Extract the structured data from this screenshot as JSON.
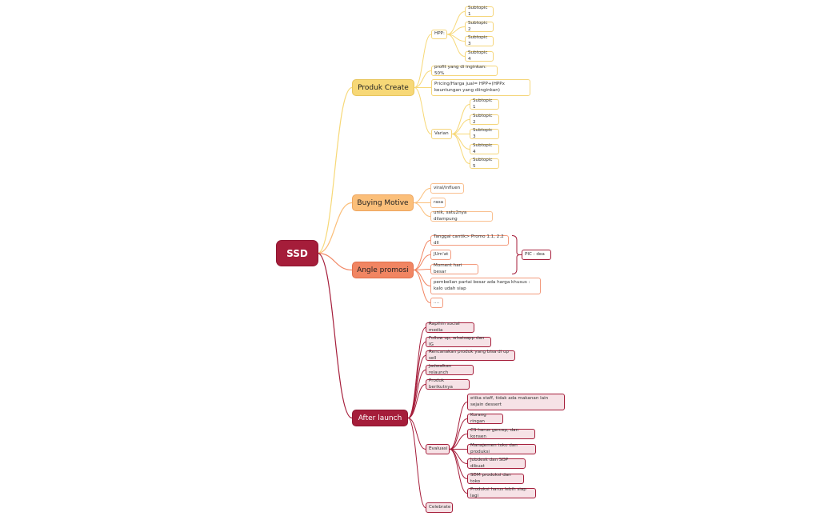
{
  "root": "SSD",
  "produk": {
    "title": "Produk Create",
    "hpp": "HPP:",
    "hpp_subtopics": [
      "Subtopic 1",
      "Subtopic 2",
      "Subtopic 3",
      "Subtopic 4"
    ],
    "profit": "profit yang di inginkan: 50%",
    "pricing": "Pricing/Harga jual= HPP+(HPPx keuntungan yang diinginkan)",
    "varian": "Varian",
    "varian_subtopics": [
      "Subtopic 1",
      "Subtopic 2",
      "Subtopic 3",
      "Subtopic 4",
      "Subtopic 5"
    ]
  },
  "buying": {
    "title": "Buying Motive",
    "items": [
      "viral/influen",
      "rasa",
      "unik, satu2nya dilampung"
    ]
  },
  "angle": {
    "title": "Angle promosi",
    "items": [
      "Tanggal cantik> Promo 1.1, 2.2 dll",
      "JUm'at",
      "Moment hari besar",
      "pembelian partai besar ada harga khusus : kalo udah siap",
      "...."
    ],
    "pic": "PIC : dea"
  },
  "after": {
    "title": "After launch",
    "items": [
      "Rapihin social media",
      "Follow up, whatsapp dan IG",
      "Rencanakan produk yang bisa di up sell",
      "Jadwalkan relaunch",
      "Produk berikutnya"
    ],
    "evaluasi": "Evaluasi",
    "evaluasi_items": [
      "etika staff, tidak ada makanan lain sejain dessert",
      "Kurang ringan",
      "CS harus gercep, dan konsen",
      "Manajemen toko dan produksi",
      "Jobdesk dan SOP dibuat",
      "SDM produksi dan toko",
      "Produksi harus lebih siap lagi"
    ],
    "celebrate": "Celebrate"
  },
  "colors": {
    "root": "#a51d3a",
    "produk": "#f7d877",
    "buying": "#fbbf7a",
    "angle": "#f18562",
    "after": "#a51d3a"
  }
}
